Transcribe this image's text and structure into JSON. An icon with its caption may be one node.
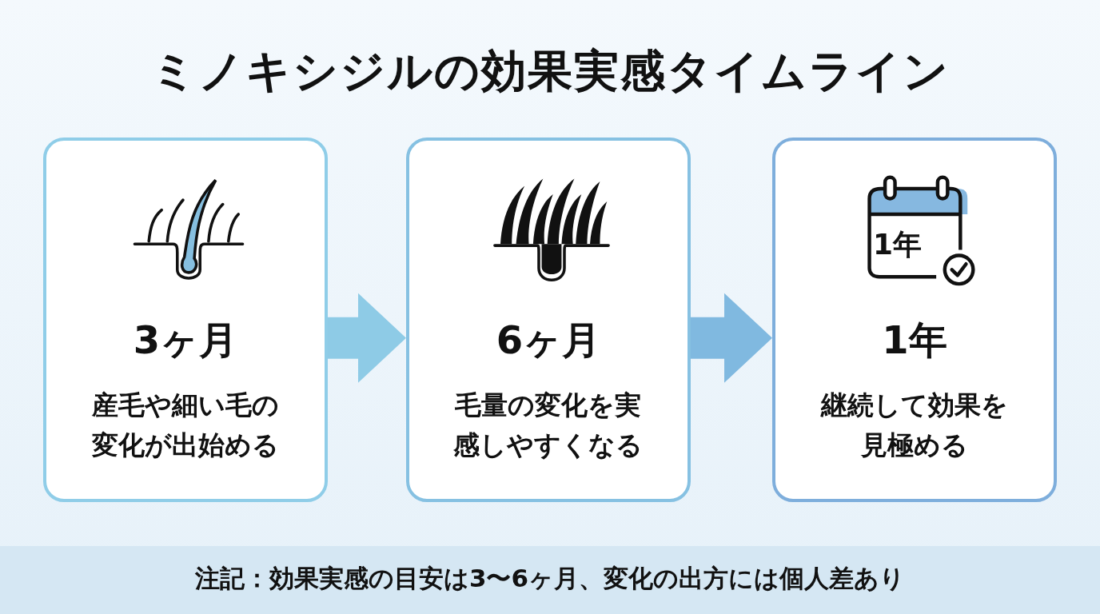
{
  "diagram": {
    "title": "ミノキシジルの効果実感タイムライン",
    "nodes": [
      {
        "text": [
          "3ヶ月",
          "産毛や細い毛の変化が出始める"
        ]
      },
      {
        "text": [
          "6ヶ月",
          "毛量の変化を実感しやすくなる"
        ]
      },
      {
        "text": [
          "1年",
          "継続して効果を見極める"
        ]
      }
    ],
    "edges": [
      {
        "from": 0,
        "to": 1,
        "arrow": "to",
        "style": "thick"
      },
      {
        "from": 1,
        "to": 2,
        "arrow": "to",
        "style": "thick"
      }
    ],
    "labels": [
      "1年",
      "注記：効果実感の目安は3〜6ヶ月、変化の出方には個人差あり"
    ]
  }
}
